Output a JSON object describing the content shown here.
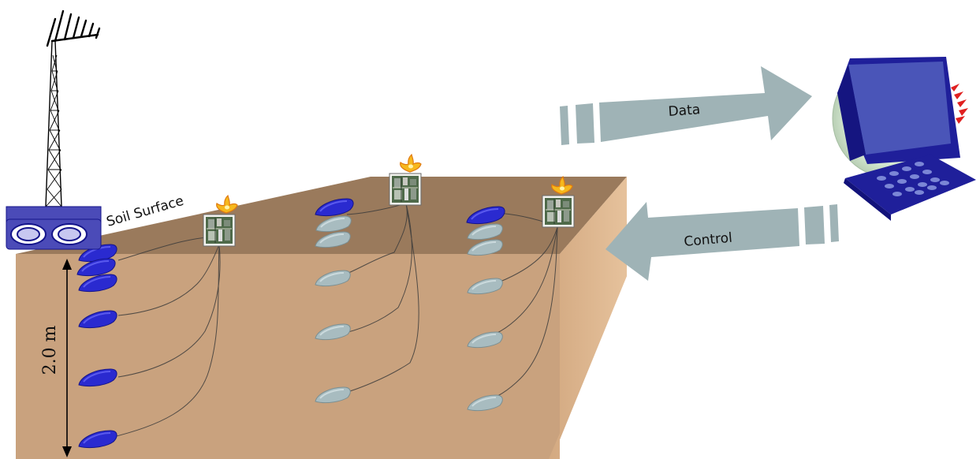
{
  "labels": {
    "soil_surface": "Soil Surface",
    "depth": "2.0 m",
    "data_arrow": "Data",
    "control_arrow": "Control"
  },
  "colors": {
    "soil_front": "#c9a27e",
    "soil_top": "#9a7a5c",
    "soil_side": "#ddb489",
    "arrow": "#9fb3b6",
    "sensor_active": "#2a2ad0",
    "sensor_idle": "#a8bcc0",
    "computer": "#1f1f9a",
    "computer_glow": "#d7ead4",
    "antenna_base": "#4b4bb8"
  },
  "icons": [
    "antenna-tower-icon",
    "sensor-board-icon",
    "computer-monitor-icon"
  ]
}
